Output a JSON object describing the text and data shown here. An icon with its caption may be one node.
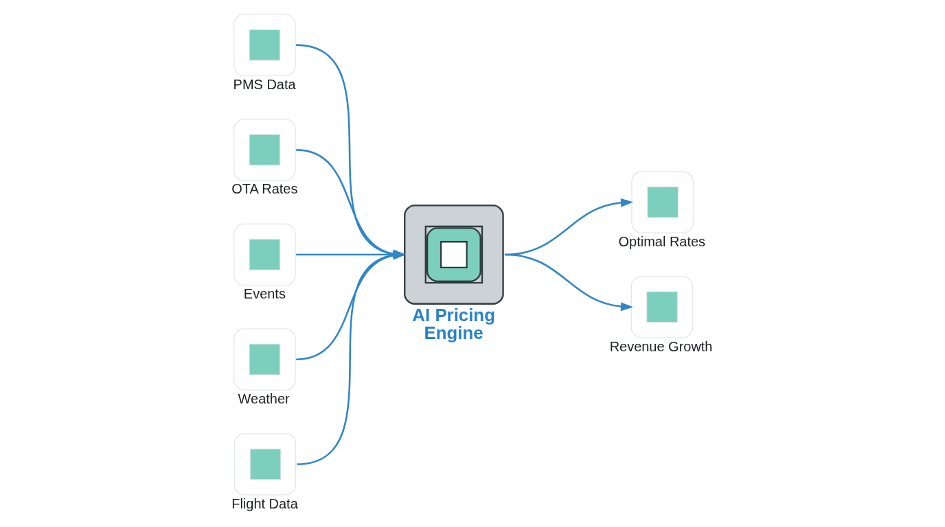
{
  "diagram": {
    "nodes": [
      {
        "text": [
          "PMS Data"
        ]
      },
      {
        "text": [
          "OTA Rates"
        ]
      },
      {
        "text": [
          "Events"
        ]
      },
      {
        "text": [
          "Weather"
        ]
      },
      {
        "text": [
          "Flight Data"
        ]
      },
      {
        "text": [
          "AI Pricing Engine"
        ]
      },
      {
        "text": [
          "Optimal Rates"
        ]
      },
      {
        "text": [
          "Revenue Growth"
        ]
      }
    ],
    "edges": [
      {
        "from": 0,
        "to": 5,
        "arrow": "to"
      },
      {
        "from": 1,
        "to": 5,
        "arrow": "to"
      },
      {
        "from": 2,
        "to": 5,
        "arrow": "to"
      },
      {
        "from": 3,
        "to": 5,
        "arrow": "to"
      },
      {
        "from": 4,
        "to": 5,
        "arrow": "to"
      },
      {
        "from": 5,
        "to": 6,
        "arrow": "to"
      },
      {
        "from": 5,
        "to": 7,
        "arrow": "to"
      }
    ]
  }
}
